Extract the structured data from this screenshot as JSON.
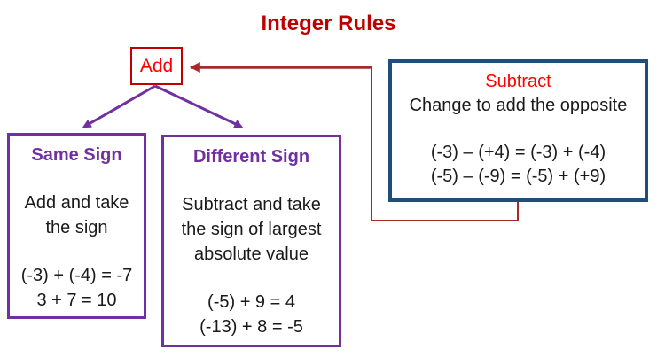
{
  "colors": {
    "title_red": "#C00000",
    "add_border": "#C00000",
    "add_text": "#FF0000",
    "subtract_border": "#1F4E79",
    "subtract_heading_red": "#FF0000",
    "purple": "#7030A0",
    "connector_red": "#A52A2A",
    "body_text": "#1A1A1A",
    "background": "#FFFFFF"
  },
  "diagram": {
    "title": "Integer Rules",
    "nodes": {
      "add": {
        "label": "Add"
      },
      "subtract": {
        "heading": "Subtract",
        "rule": "Change to add the opposite",
        "examples": [
          "(-3) – (+4) = (-3) + (-4)",
          "(-5) – (-9) = (-5) + (+9)"
        ]
      },
      "same_sign": {
        "heading": "Same Sign",
        "rule": [
          "Add and take",
          "the sign"
        ],
        "examples": [
          "(-3) + (-4) = -7",
          "3 + 7 = 10"
        ]
      },
      "different_sign": {
        "heading": "Different Sign",
        "rule": [
          "Subtract and take",
          "the sign of largest",
          "absolute value"
        ],
        "examples": [
          "(-5) + 9 = 4",
          "(-13) + 8 = -5"
        ]
      }
    }
  }
}
